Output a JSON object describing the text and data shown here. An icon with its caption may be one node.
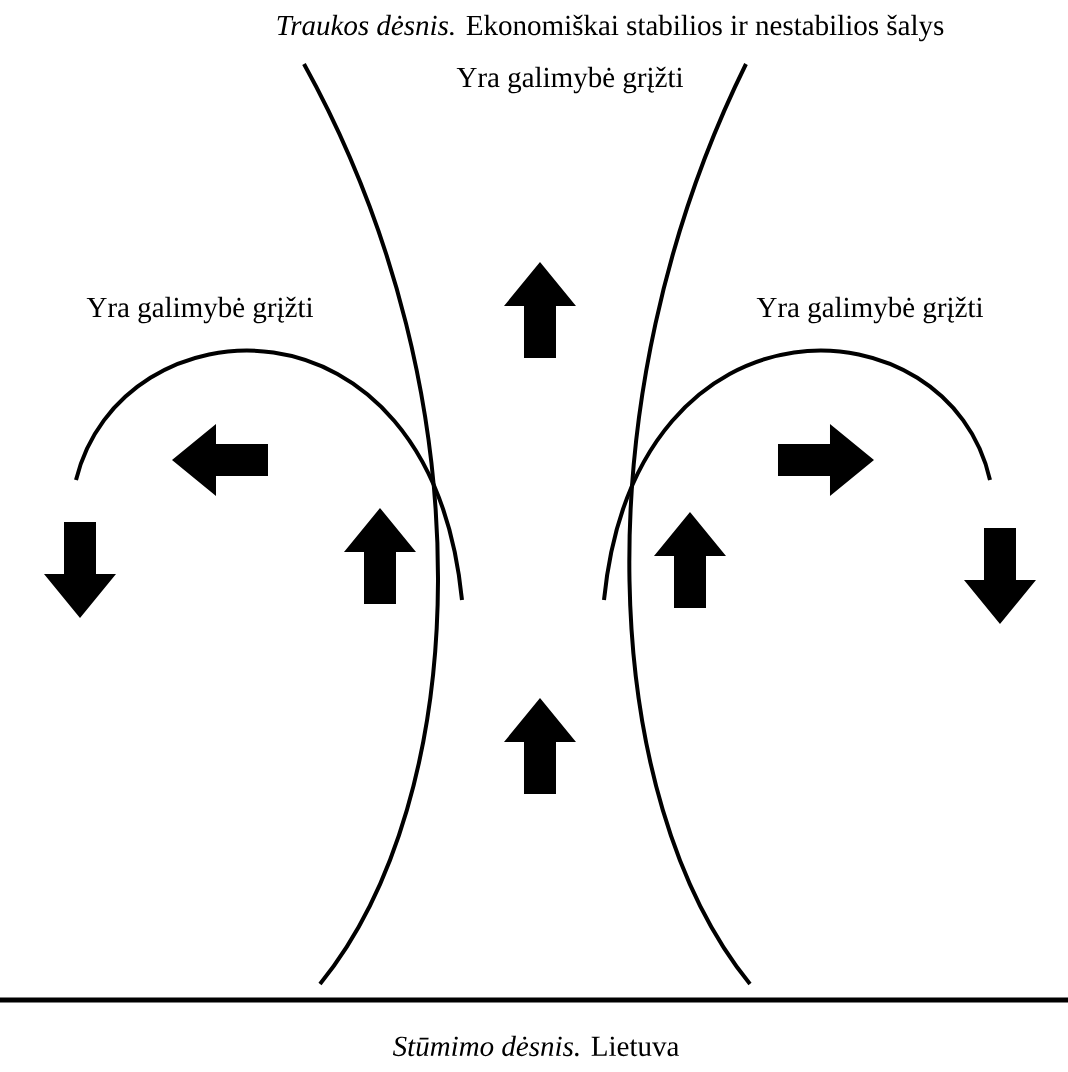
{
  "diagram": {
    "labels": [
      "*Traukos dėsnis.* Ekonomiškai stabilios ir nestabilios šalys",
      "Yra galimybė grįžti",
      "Yra galimybė grįžti",
      "Yra galimybė grįžti",
      "*Stūmimo dėsnis.* Lietuva"
    ]
  }
}
